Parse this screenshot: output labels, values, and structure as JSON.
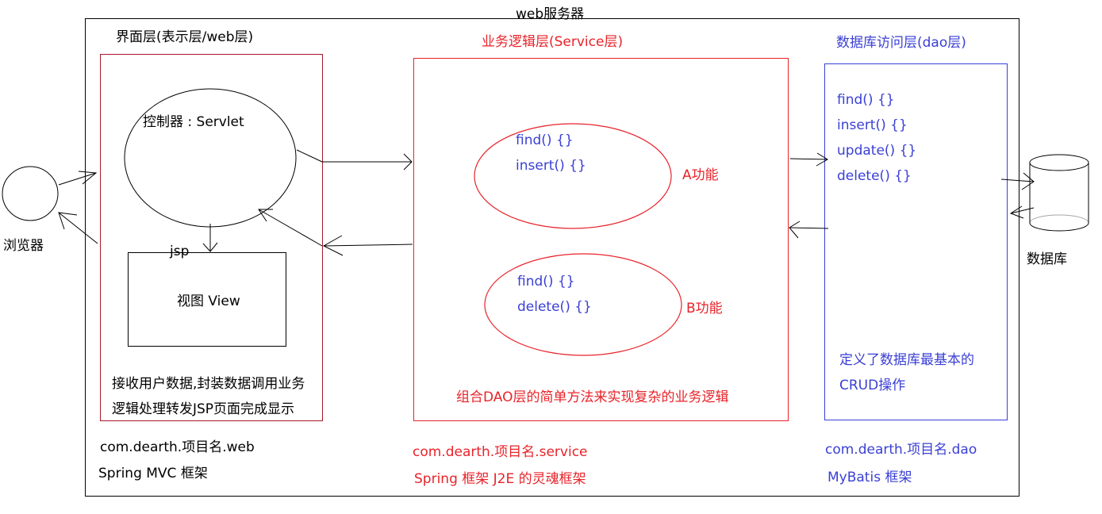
{
  "colors": {
    "red": "#e8232a",
    "blue": "#3a3fd4",
    "black": "#000000"
  },
  "web_server": {
    "title": "web服务器"
  },
  "browser": {
    "label": "浏览器"
  },
  "database": {
    "label": "数据库"
  },
  "web_layer": {
    "title": "界面层(表示层/web层)",
    "controller_label": "控制器 : Servlet",
    "jsp_label": "jsp",
    "view_label": "视图 View",
    "desc_line1": "接收用户数据,封装数据调用业务",
    "desc_line2": "逻辑处理转发JSP页面完成显示",
    "package": "com.dearth.项目名.web",
    "framework": "Spring MVC 框架"
  },
  "service_layer": {
    "title": "业务逻辑层(Service层)",
    "func_a": {
      "methods": [
        "find() {}",
        "insert() {}"
      ],
      "label": "A功能"
    },
    "func_b": {
      "methods": [
        "find() {}",
        "delete() {}"
      ],
      "label": "B功能"
    },
    "desc": "组合DAO层的简单方法来实现复杂的业务逻辑",
    "package": "com.dearth.项目名.service",
    "framework": "Spring 框架  J2E 的灵魂框架"
  },
  "dao_layer": {
    "title": "数据库访问层(dao层)",
    "methods": [
      "find() {}",
      "insert() {}",
      "update() {}",
      "delete() {}"
    ],
    "desc_line1": "定义了数据库最基本的",
    "desc_line2": "CRUD操作",
    "package": "com.dearth.项目名.dao",
    "framework": "MyBatis  框架"
  }
}
